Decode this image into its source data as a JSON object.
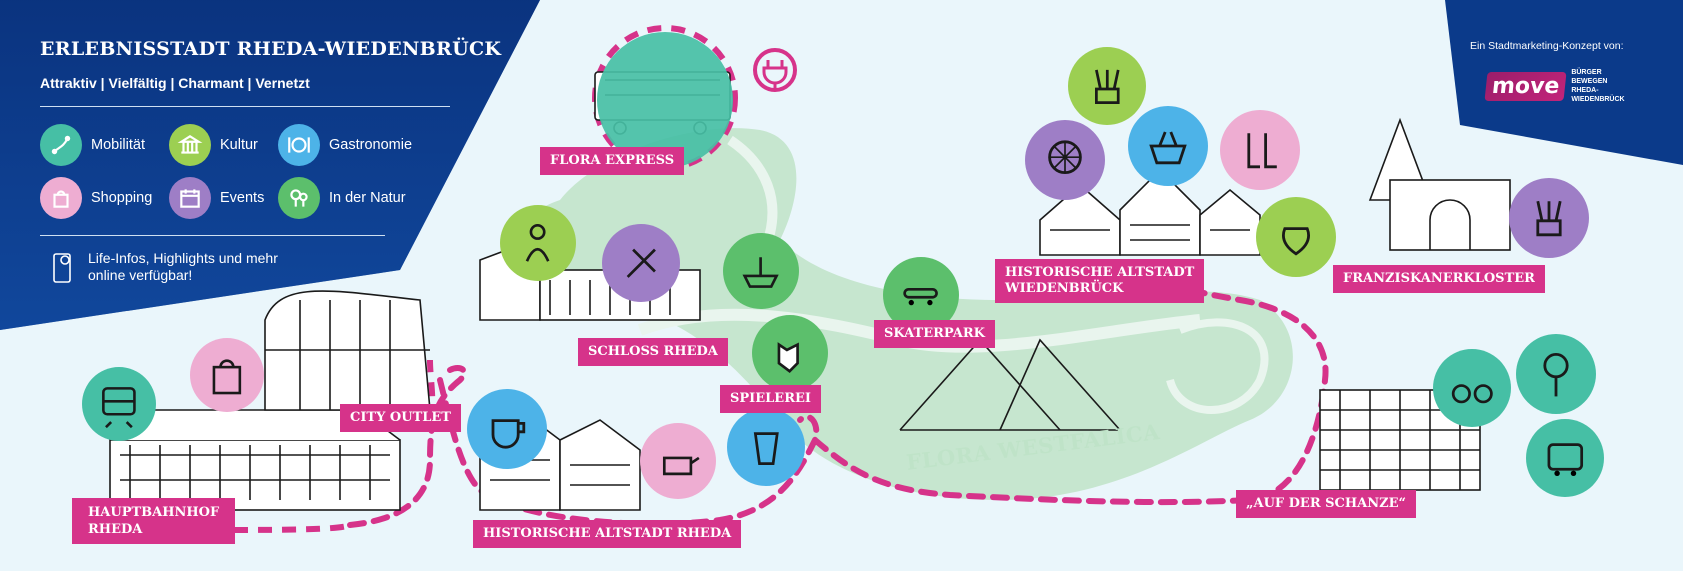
{
  "colors": {
    "navy": "#0b3a8a",
    "magenta": "#d6338a",
    "teal": "#46bfa5",
    "lime": "#9ccf52",
    "sky": "#4db3e8",
    "pink": "#eeadd2",
    "purple": "#9e7ec6",
    "green": "#5cbf6c",
    "park": "#c6e6cf"
  },
  "hero": {
    "title": "ERLEBNISSTADT RHEDA-WIEDENBRÜCK",
    "subtitle": "Attraktiv | Vielfältig | Charmant | Vernetzt",
    "legend": [
      {
        "label": "Mobilität",
        "icon": "route-icon"
      },
      {
        "label": "Kultur",
        "icon": "museum-icon"
      },
      {
        "label": "Gastronomie",
        "icon": "dining-icon"
      },
      {
        "label": "Shopping",
        "icon": "shopping-bag-icon"
      },
      {
        "label": "Events",
        "icon": "calendar-icon"
      },
      {
        "label": "In der Natur",
        "icon": "trees-icon"
      }
    ],
    "info": "Life-Infos, Highlights und mehr online verfügbar!"
  },
  "brand": {
    "caption": "Ein Stadtmarketing-Konzept von:",
    "logo_word": "move",
    "tagline_1": "BÜRGER BEWEGEN",
    "tagline_2": "RHEDA-WIEDENBRÜCK"
  },
  "places": {
    "flora_express": "FLORA EXPRESS",
    "schloss_rheda": "SCHLOSS RHEDA",
    "city_outlet": "CITY OUTLET",
    "hauptbahnhof_1": "HAUPTBAHNHOF",
    "hauptbahnhof_2": "RHEDA",
    "altstadt_rheda": "HISTORISCHE ALTSTADT RHEDA",
    "spielerei": "SPIELEREI",
    "skaterpark": "SKATERPARK",
    "altstadt_wiedenbrueck_1": "HISTORISCHE ALTSTADT",
    "altstadt_wiedenbrueck_2": "WIEDENBRÜCK",
    "franziskanerkloster": "FRANZISKANERKLOSTER",
    "auf_der_schanze": "„AUF DER SCHANZE“"
  },
  "park_name": "FLORA WESTFALICA"
}
